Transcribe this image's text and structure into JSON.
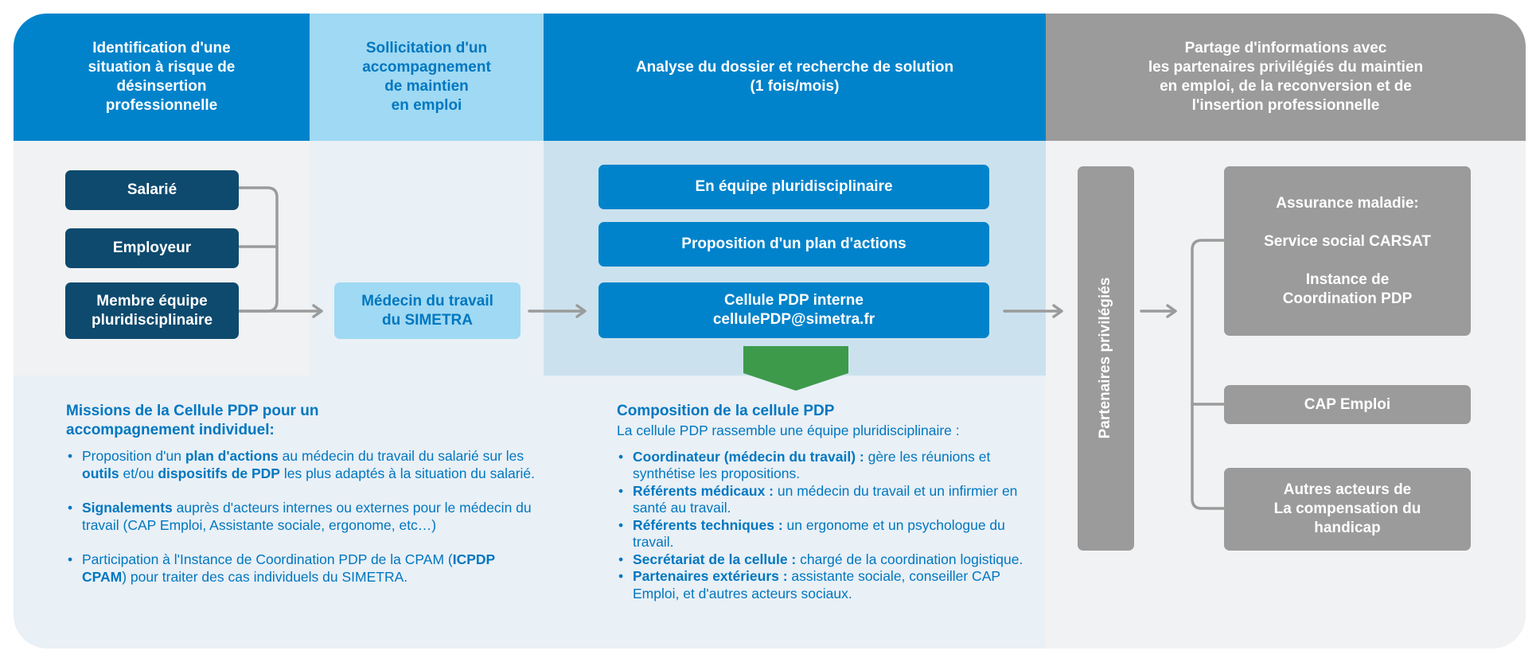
{
  "colors": {
    "dark_blue": "#0e4a6e",
    "blue": "#0083cb",
    "light_blue": "#9fd9f3",
    "grey": "#9b9b9b",
    "green": "#3d9a4b",
    "text_blue": "#0077c0"
  },
  "headers": [
    "Identification d'une\nsituation à risque de\ndésinsertion\nprofessionnelle",
    "Sollicitation d'un\naccompagnement\nde maintien\nen emploi",
    "Analyse du dossier et recherche de solution\n(1 fois/mois)",
    "Partage d'informations avec\nles partenaires privilégiés du maintien\nen emploi, de la reconversion et de\nl'insertion professionnelle"
  ],
  "sources": [
    "Salarié",
    "Employeur",
    "Membre équipe\npluridisciplinaire"
  ],
  "medecin": "Médecin du travail\ndu SIMETRA",
  "analyse": [
    "En équipe pluridisciplinaire",
    "Proposition d'un plan d'actions",
    "Cellule PDP interne\ncellulePDP@simetra.fr"
  ],
  "partenaires_label": "Partenaires privilégiés",
  "partenaires": [
    "Assurance maladie:\n\nService social CARSAT\n\nInstance de\nCoordination PDP",
    "CAP Emploi",
    "Autres acteurs de\nLa compensation du\nhandicap"
  ],
  "missions": {
    "title": "Missions de la Cellule PDP pour un\naccompagnement individuel:",
    "items": [
      [
        {
          "t": "Proposition d'un "
        },
        {
          "b": "plan d'actions"
        },
        {
          "t": " au médecin du travail du salarié sur les "
        },
        {
          "b": "outils"
        },
        {
          "t": " et/ou "
        },
        {
          "b": "dispositifs de PDP"
        },
        {
          "t": " les plus adaptés à la situation du salarié."
        }
      ],
      [
        {
          "b": "Signalements"
        },
        {
          "t": " auprès d'acteurs internes ou externes pour le médecin du travail (CAP Emploi, Assistante sociale, ergonome, etc…)"
        }
      ],
      [
        {
          "t": "Participation à l'Instance de Coordination PDP de la CPAM ("
        },
        {
          "b": "ICPDP CPAM"
        },
        {
          "t": ") pour traiter des cas individuels du SIMETRA."
        }
      ]
    ]
  },
  "composition": {
    "title": "Composition de la cellule PDP",
    "intro": "La cellule PDP rassemble une équipe pluridisciplinaire :",
    "items": [
      [
        {
          "b": "Coordinateur (médecin du travail) :"
        },
        {
          "t": " gère les réunions et synthétise les propositions."
        }
      ],
      [
        {
          "b": "Référents médicaux :"
        },
        {
          "t": " un médecin du travail et un infirmier en santé au travail."
        }
      ],
      [
        {
          "b": "Référents techniques :"
        },
        {
          "t": " un ergonome et un psychologue du travail."
        }
      ],
      [
        {
          "b": "Secrétariat de la cellule :"
        },
        {
          "t": " chargé de la coordination logistique."
        }
      ],
      [
        {
          "b": "Partenaires extérieurs :"
        },
        {
          "t": " assistante sociale, conseiller CAP Emploi, et d'autres acteurs sociaux."
        }
      ]
    ]
  }
}
